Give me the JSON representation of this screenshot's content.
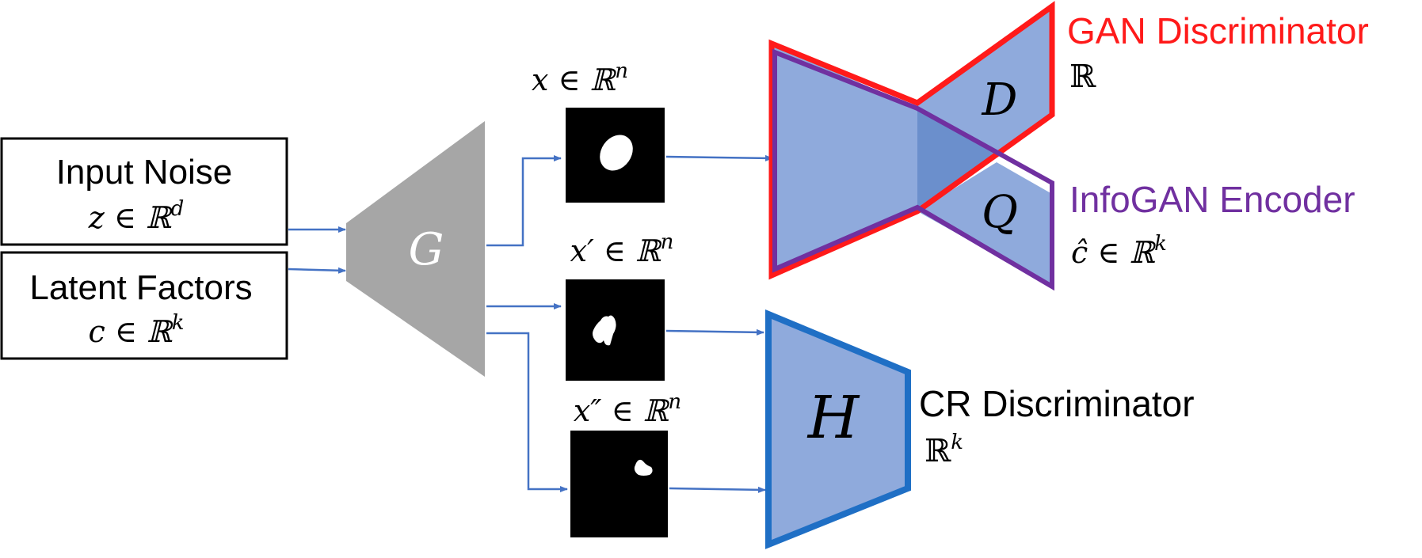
{
  "inputs": {
    "noise_title": "Input Noise",
    "noise_math": "z ∈ ℝ",
    "noise_sup": "d",
    "latent_title": "Latent Factors",
    "latent_math": "c ∈ ℝ",
    "latent_sup": "k"
  },
  "generator": {
    "label": "G"
  },
  "samples": [
    {
      "math": "x ∈ ℝ",
      "sup": "n"
    },
    {
      "math": "x′ ∈ ℝ",
      "sup": "n"
    },
    {
      "math": "x″ ∈ ℝ",
      "sup": "n"
    }
  ],
  "gan_discriminator": {
    "title": "GAN Discriminator",
    "output": "ℝ",
    "head_label": "D"
  },
  "infogan_encoder": {
    "title": "InfoGAN Encoder",
    "output_math": "ĉ ∈ ℝ",
    "output_sup": "k",
    "head_label": "Q"
  },
  "cr_discriminator": {
    "title": "CR Discriminator",
    "output": "ℝ",
    "output_sup": "k",
    "label": "H"
  },
  "colors": {
    "gan": "#ff1a1a",
    "infogan": "#7030a0",
    "cr": "#1f6fc5",
    "arrow": "#4472c4",
    "fill_blue": "#8faadc",
    "generator_gray": "#a6a6a6"
  }
}
